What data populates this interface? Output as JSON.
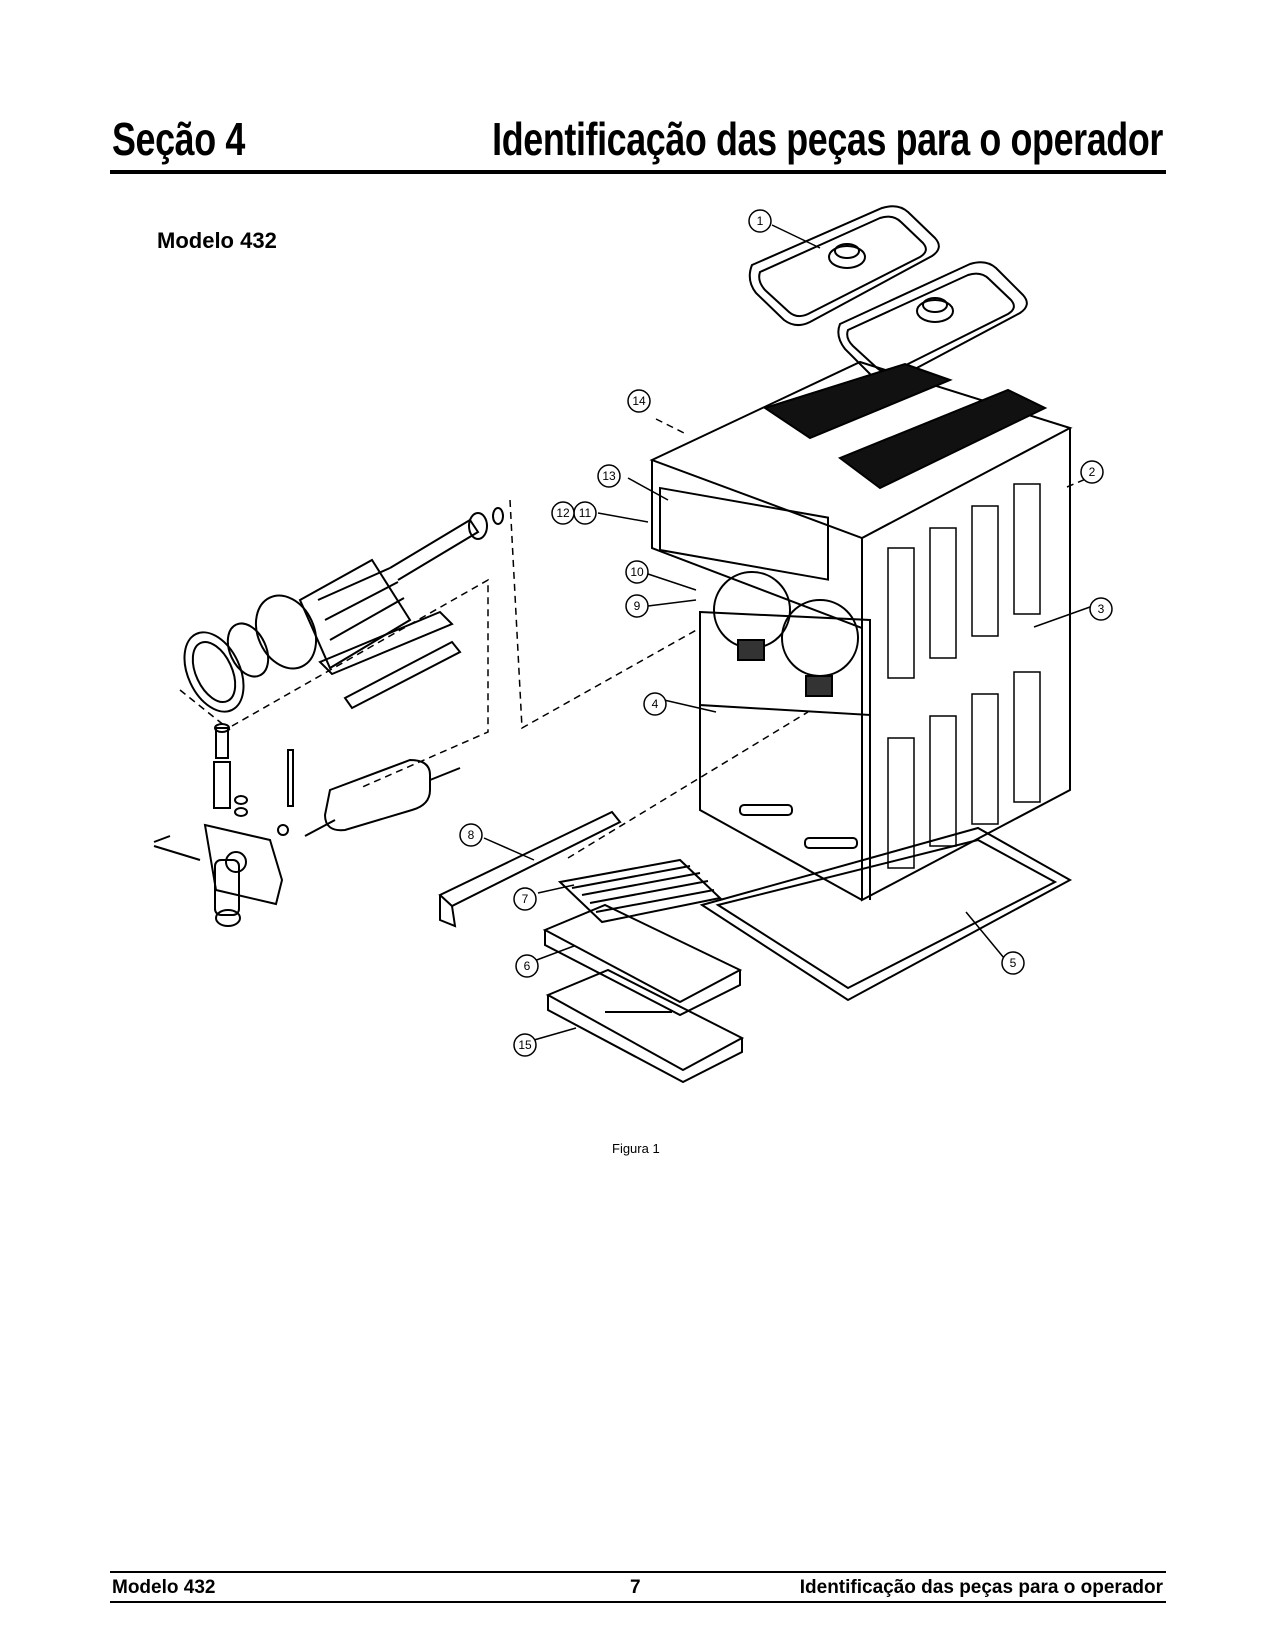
{
  "header": {
    "section": "Seção 4",
    "title": "Identificação das peças para o operador"
  },
  "model_label": "Modelo 432",
  "figure": {
    "caption": "Figura 1",
    "callouts": [
      "1",
      "2",
      "3",
      "4",
      "5",
      "6",
      "7",
      "8",
      "9",
      "10",
      "11",
      "12",
      "13",
      "14",
      "15"
    ]
  },
  "footer": {
    "left": "Modelo 432",
    "page": "7",
    "right": "Identificação das peças para o operador"
  }
}
